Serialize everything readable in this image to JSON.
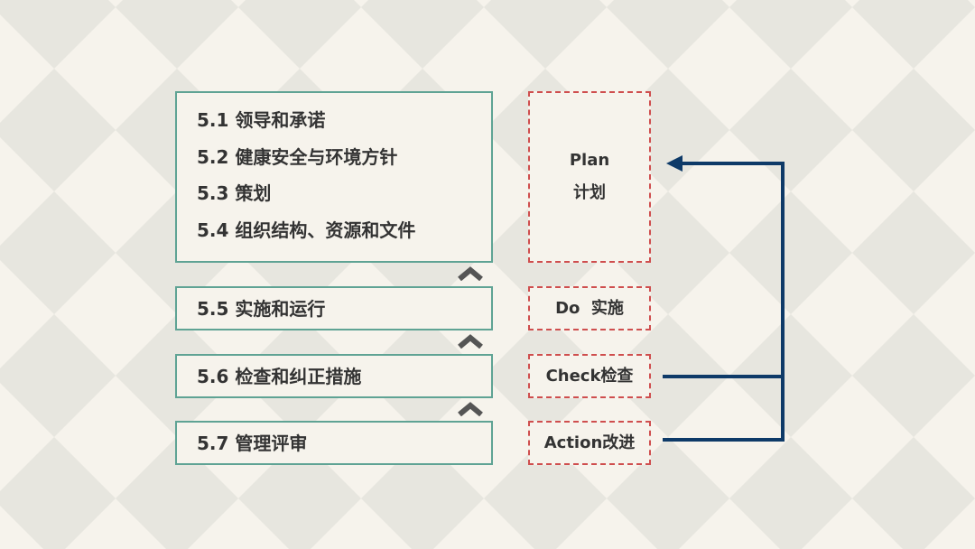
{
  "colors": {
    "background_light": "#f6f3ec",
    "background_diamond": "#e7e6df",
    "box_border": "#5fa394",
    "tag_border": "#cf4e4e",
    "arrow": "#0e3a68",
    "chevron": "#555555",
    "text": "#333333"
  },
  "clauses": {
    "plan_group": [
      "5.1 领导和承诺",
      "5.2 健康安全与环境方针",
      "5.3 策划",
      "5.4 组织结构、资源和文件"
    ],
    "do": "5.5 实施和运行",
    "check": "5.6 检查和纠正措施",
    "act": "5.7 管理评审"
  },
  "pdca": {
    "plan_en": "Plan",
    "plan_cn": "计划",
    "do": "Do  实施",
    "check": "Check检查",
    "act": "Action改进"
  },
  "icons": {
    "between_steps": "chevron-up-icon",
    "feedback": "arrow-left-icon"
  }
}
